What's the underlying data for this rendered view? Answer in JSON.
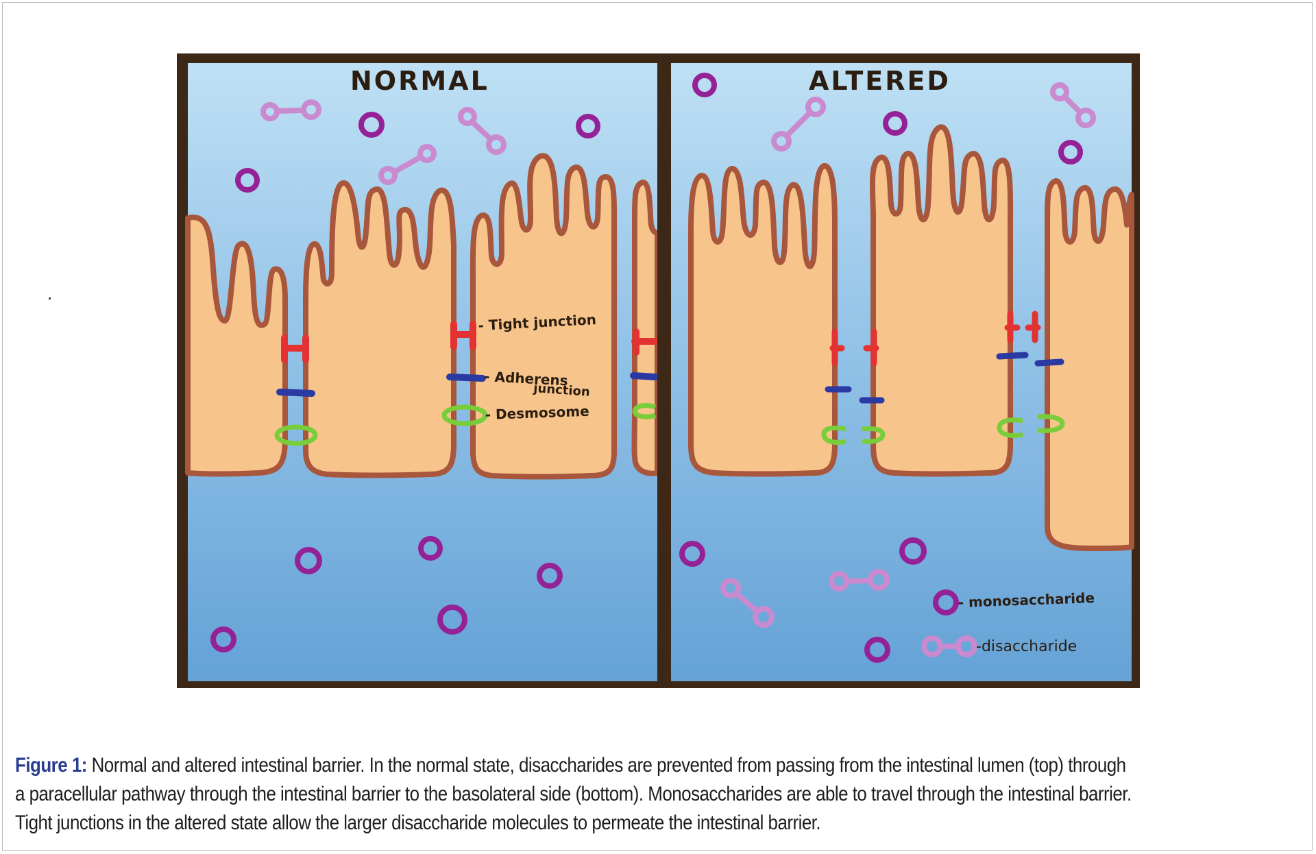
{
  "diagram": {
    "panels": [
      {
        "title": "NORMAL"
      },
      {
        "title": "ALTERED"
      }
    ],
    "labels": {
      "tight_junction": "- Tight junction",
      "adherens_1": "- Adherens",
      "adherens_2": "junction",
      "desmosome": "- Desmosome",
      "legend_mono": "- monosaccharide",
      "legend_di": "-disaccharide"
    },
    "colors": {
      "frame": "#3d2817",
      "lumen_top": "#b9dcf2",
      "lumen_bottom": "#6aa6d8",
      "cell": "#f7c58c",
      "membrane": "#a8563c",
      "tight_junction": "#e23232",
      "adherens_junction": "#2b3aa3",
      "desmosome": "#79cd3b",
      "monosaccharide": "#952197",
      "disaccharide": "#c98ad0"
    }
  },
  "caption": {
    "label": "Figure 1:",
    "line1": "Normal and altered intestinal barrier. In the normal state, disaccharides are prevented from passing from the intestinal lumen (top) through",
    "line2": "a paracellular pathway through the intestinal barrier to the basolateral side (bottom).  Monosaccharides are able to travel through the intestinal barrier.",
    "line3": "Tight junctions in the altered state allow the larger disaccharide molecules to permeate the intestinal barrier."
  }
}
